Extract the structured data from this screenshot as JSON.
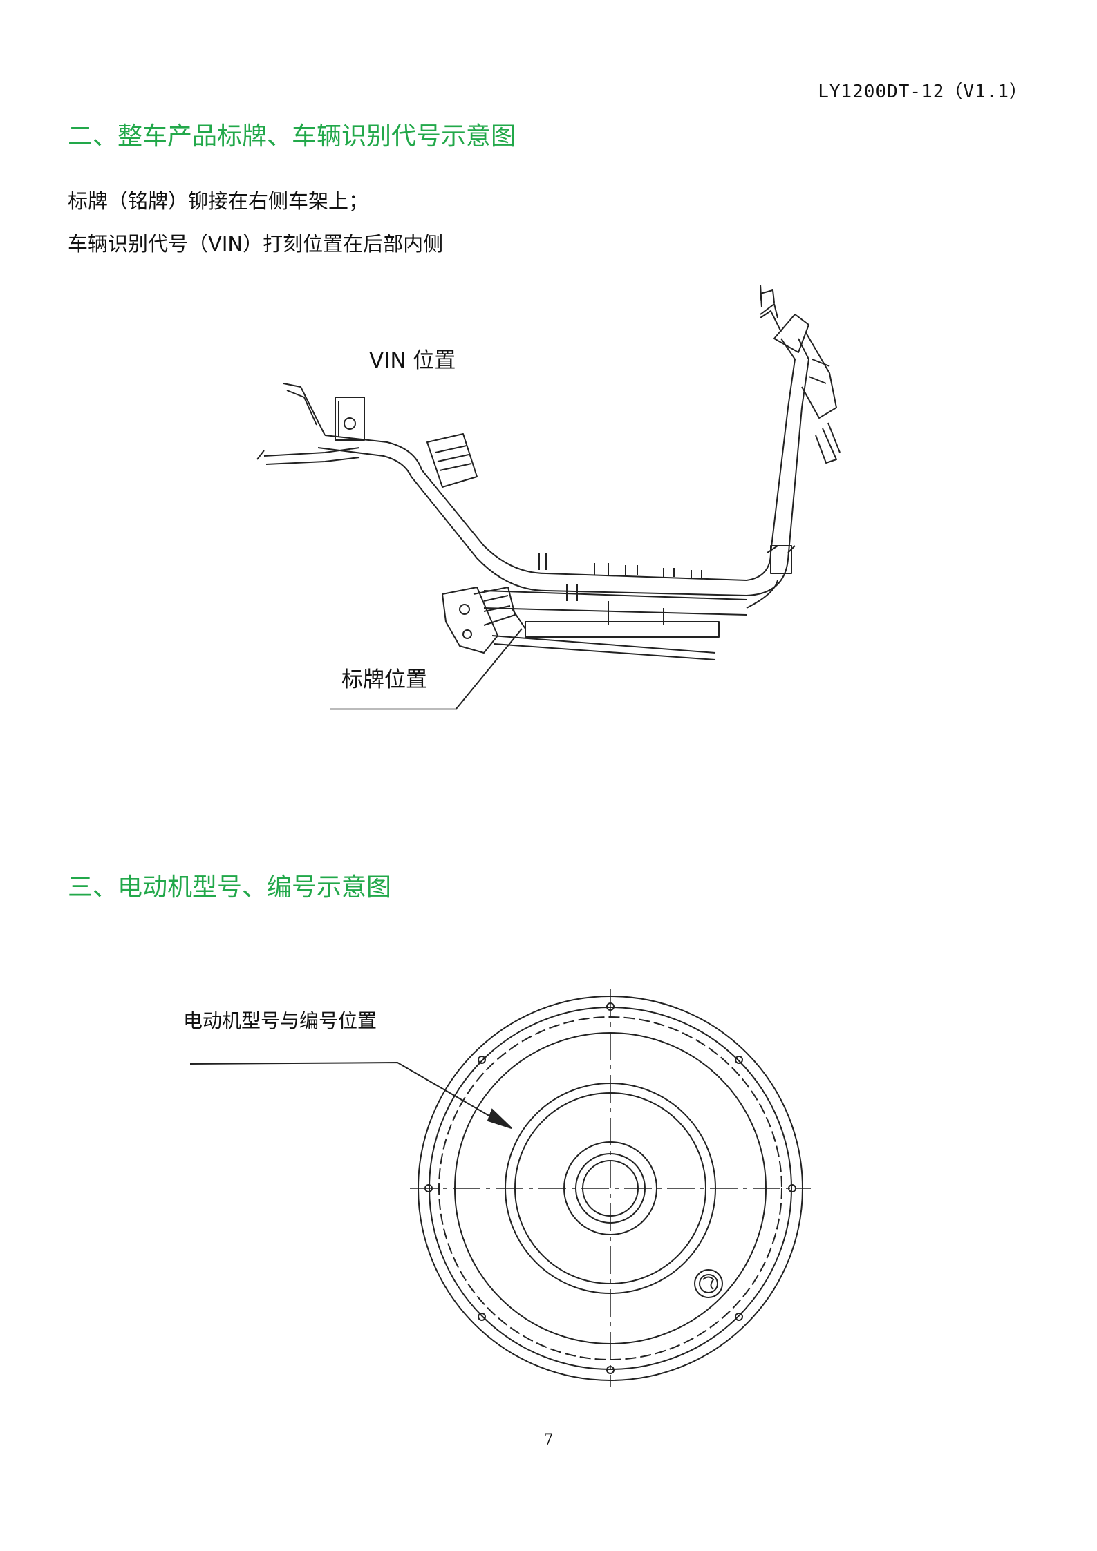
{
  "header": {
    "doc_code": "LY1200DT-12（V1.1）"
  },
  "section2": {
    "title": "二、整车产品标牌、车辆识别代号示意图",
    "paragraphs": [
      "标牌（铭牌）铆接在右侧车架上；",
      "车辆识别代号（VIN）打刻位置在后部内侧"
    ],
    "vin_label": "VIN 位置",
    "plate_label": "标牌位置"
  },
  "section3": {
    "title": "三、电动机型号、编号示意图",
    "motor_label": "电动机型号与编号位置"
  },
  "footer": {
    "page_number": "7"
  }
}
